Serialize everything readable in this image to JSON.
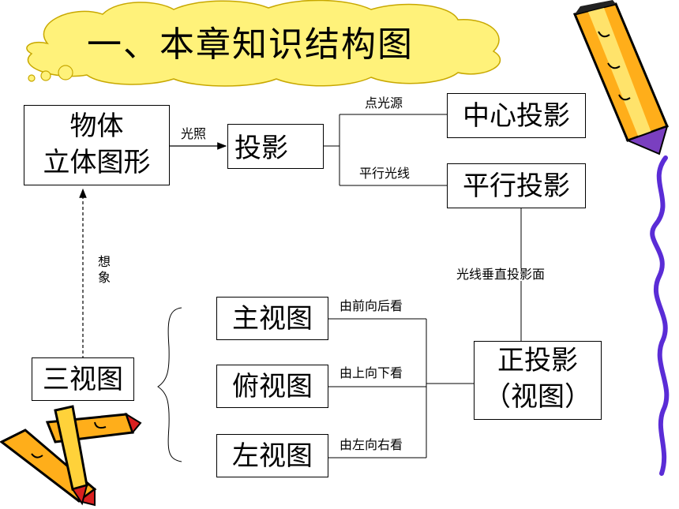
{
  "title": "一、本章知识结构图",
  "nodes": {
    "object_line1": "物体",
    "object_line2": "立体图形",
    "projection": "投影",
    "central_projection": "中心投影",
    "parallel_projection": "平行投影",
    "front_view": "主视图",
    "top_view": "俯视图",
    "left_view": "左视图",
    "three_views": "三视图",
    "orthographic_line1": "正投影",
    "orthographic_line2": "（视图）"
  },
  "edges": {
    "light": "光照",
    "point_source": "点光源",
    "parallel_rays": "平行光线",
    "perpendicular": "光线垂直投影面",
    "imagine": "想象",
    "front_to_back": "由前向后看",
    "top_to_bottom": "由上向下看",
    "left_to_right": "由左向右看"
  }
}
